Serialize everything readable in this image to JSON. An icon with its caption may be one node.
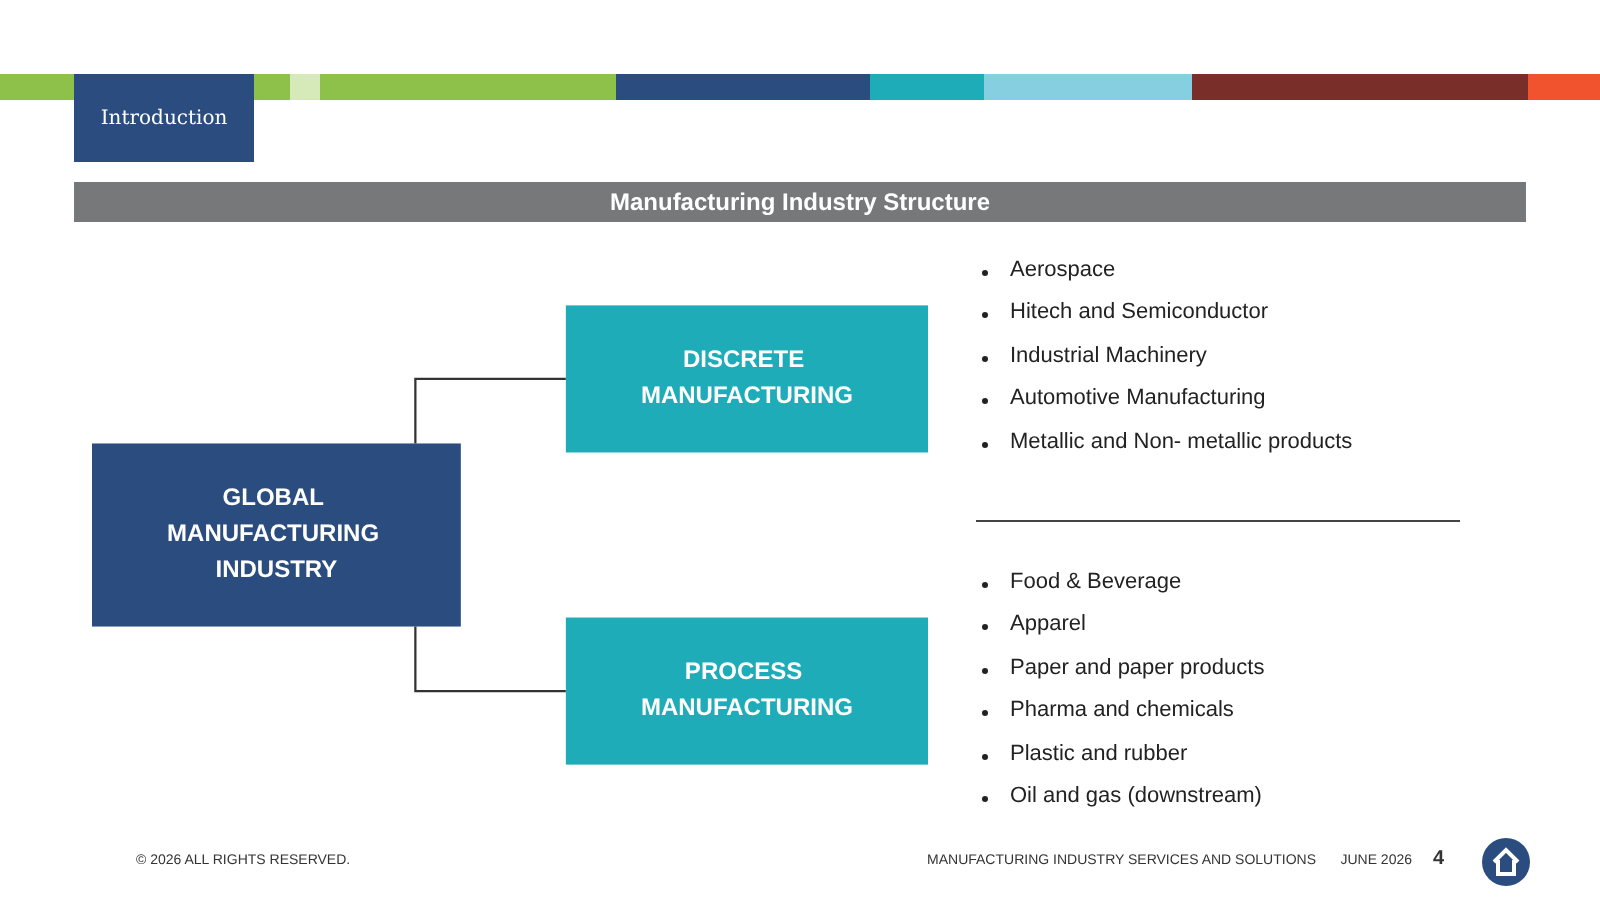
{
  "diagram": {
    "title": "Manufacturing Industry Structure",
    "nodes": [
      {
        "text": [
          "GLOBAL MANUFACTURING INDUSTRY"
        ]
      },
      {
        "text": [
          "DISCRETE MANUFACTURING"
        ]
      },
      {
        "text": [
          "PROCESS MANUFACTURING"
        ]
      }
    ],
    "edges": [
      {
        "from": 0,
        "to": 1,
        "arrow": "none"
      },
      {
        "from": 0,
        "to": 2,
        "arrow": "none"
      }
    ],
    "labels": [
      "Introduction",
      "Aerospace",
      "Hitech and Semiconductor",
      "Industrial Machinery",
      "Automotive Manufacturing",
      "Metallic and Non- metallic products",
      "Food & Beverage",
      "Apparel",
      "Paper and paper products",
      "Pharma and chemicals",
      "Plastic and rubber",
      "Oil and gas (downstream)",
      "© 2026 ALL RIGHTS RESERVED.",
      "MANUFACTURING INDUSTRY SERVICES AND SOLUTIONS",
      "JUNE 2026",
      "4"
    ]
  }
}
